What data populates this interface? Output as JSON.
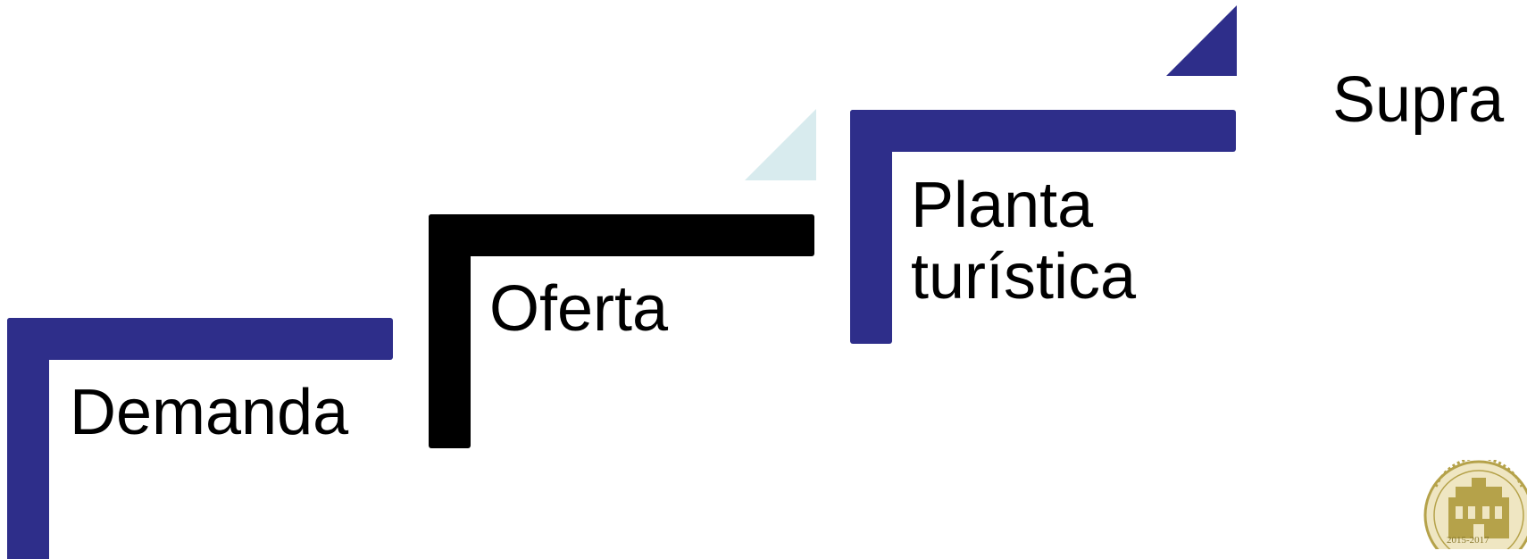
{
  "colors": {
    "navy": "#2e2e8a",
    "black": "#000000",
    "pale_blue": "#d8ebee",
    "seal_gold": "#b5a24a"
  },
  "steps": [
    {
      "label": "Demanda",
      "color": "navy"
    },
    {
      "label": "Oferta",
      "color": "black"
    },
    {
      "label_line1": "Planta",
      "label_line2": "turística",
      "color": "navy"
    },
    {
      "label": "Supra",
      "color": "none"
    }
  ],
  "seal": {
    "icon": "university-building-seal-icon",
    "text": "2015-2017"
  }
}
